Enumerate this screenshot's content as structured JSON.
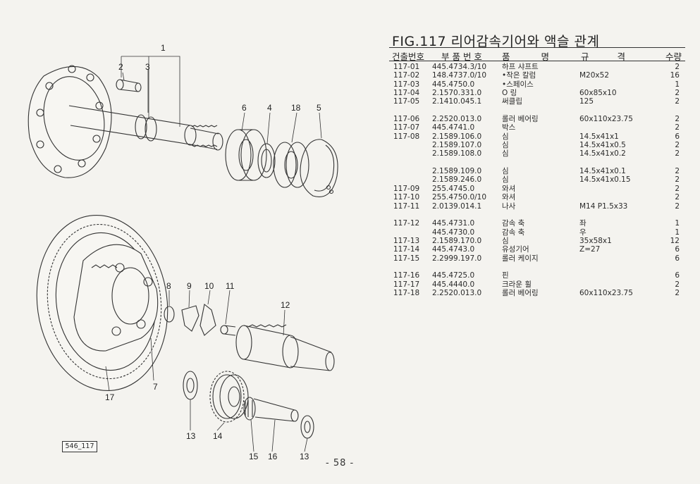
{
  "figure": {
    "title": "FIG.117 리어감속기어와 액슬 관계",
    "ref_code": "546_117",
    "page_number": "- 58 -"
  },
  "table": {
    "headers": {
      "ref_no": "건출번호",
      "part_no": "부 품 번 호",
      "name": "품 명",
      "spec": "규 격",
      "qty": "수량"
    },
    "rows": [
      {
        "ref": "117-01",
        "part": "445.4734.3/10",
        "name": "하프 샤프트",
        "spec": "",
        "qty": "2"
      },
      {
        "ref": "117-02",
        "part": "148.4737.0/10",
        "name": "•작은 칼럼",
        "spec": "M20x52",
        "qty": "16"
      },
      {
        "ref": "117-03",
        "part": "445.4750.0",
        "name": "•스페이스",
        "spec": "",
        "qty": "1"
      },
      {
        "ref": "117-04",
        "part": "2.1570.331.0",
        "name": "O 링",
        "spec": "60x85x10",
        "qty": "2"
      },
      {
        "ref": "117-05",
        "part": "2.1410.045.1",
        "name": "써클립",
        "spec": "125",
        "qty": "2"
      },
      {
        "gap": true
      },
      {
        "ref": "117-06",
        "part": "2.2520.013.0",
        "name": "롤러 베어링",
        "spec": "60x110x23.75",
        "qty": "2"
      },
      {
        "ref": "117-07",
        "part": "445.4741.0",
        "name": "박스",
        "spec": "",
        "qty": "2"
      },
      {
        "ref": "117-08",
        "part": "2.1589.106.0",
        "name": "심",
        "spec": "14.5x41x1",
        "qty": "6"
      },
      {
        "ref": "",
        "part": "2.1589.107.0",
        "name": "심",
        "spec": "14.5x41x0.5",
        "qty": "2"
      },
      {
        "ref": "",
        "part": "2.1589.108.0",
        "name": "심",
        "spec": "14.5x41x0.2",
        "qty": "2"
      },
      {
        "gap": true
      },
      {
        "ref": "",
        "part": "2.1589.109.0",
        "name": "심",
        "spec": "14.5x41x0.1",
        "qty": "2"
      },
      {
        "ref": "",
        "part": "2.1589.246.0",
        "name": "심",
        "spec": "14.5x41x0.15",
        "qty": "2"
      },
      {
        "ref": "117-09",
        "part": "255.4745.0",
        "name": "와셔",
        "spec": "",
        "qty": "2"
      },
      {
        "ref": "117-10",
        "part": "255.4750.0/10",
        "name": "와셔",
        "spec": "",
        "qty": "2"
      },
      {
        "ref": "117-11",
        "part": "2.0139.014.1",
        "name": "나사",
        "spec": "M14 P1.5x33",
        "qty": "2"
      },
      {
        "gap": true
      },
      {
        "ref": "117-12",
        "part": "445.4731.0",
        "name": "감속 축",
        "spec": "좌",
        "qty": "1"
      },
      {
        "ref": "",
        "part": "445.4730.0",
        "name": "감속 축",
        "spec": "우",
        "qty": "1"
      },
      {
        "ref": "117-13",
        "part": "2.1589.170.0",
        "name": "심",
        "spec": "35x58x1",
        "qty": "12"
      },
      {
        "ref": "117-14",
        "part": "445.4743.0",
        "name": "유성기어",
        "spec": "Z=27",
        "qty": "6"
      },
      {
        "ref": "117-15",
        "part": "2.2999.197.0",
        "name": "롤러 케이지",
        "spec": "",
        "qty": "6"
      },
      {
        "gap": true
      },
      {
        "ref": "117-16",
        "part": "445.4725.0",
        "name": "핀",
        "spec": "",
        "qty": "6"
      },
      {
        "ref": "117-17",
        "part": "445.4440.0",
        "name": "크라운 휠",
        "spec": "",
        "qty": "2"
      },
      {
        "ref": "117-18",
        "part": "2.2520.013.0",
        "name": "롤러 베어링",
        "spec": "60x110x23.75",
        "qty": "2"
      }
    ]
  },
  "callouts": {
    "c1": "1",
    "c2": "2",
    "c3": "3",
    "c4": "4",
    "c5": "5",
    "c6": "6",
    "c18": "18",
    "c7": "7",
    "c8": "8",
    "c9": "9",
    "c10": "10",
    "c11": "11",
    "c12": "12",
    "c13a": "13",
    "c13b": "13",
    "c14": "14",
    "c15": "15",
    "c16": "16",
    "c17": "17"
  }
}
